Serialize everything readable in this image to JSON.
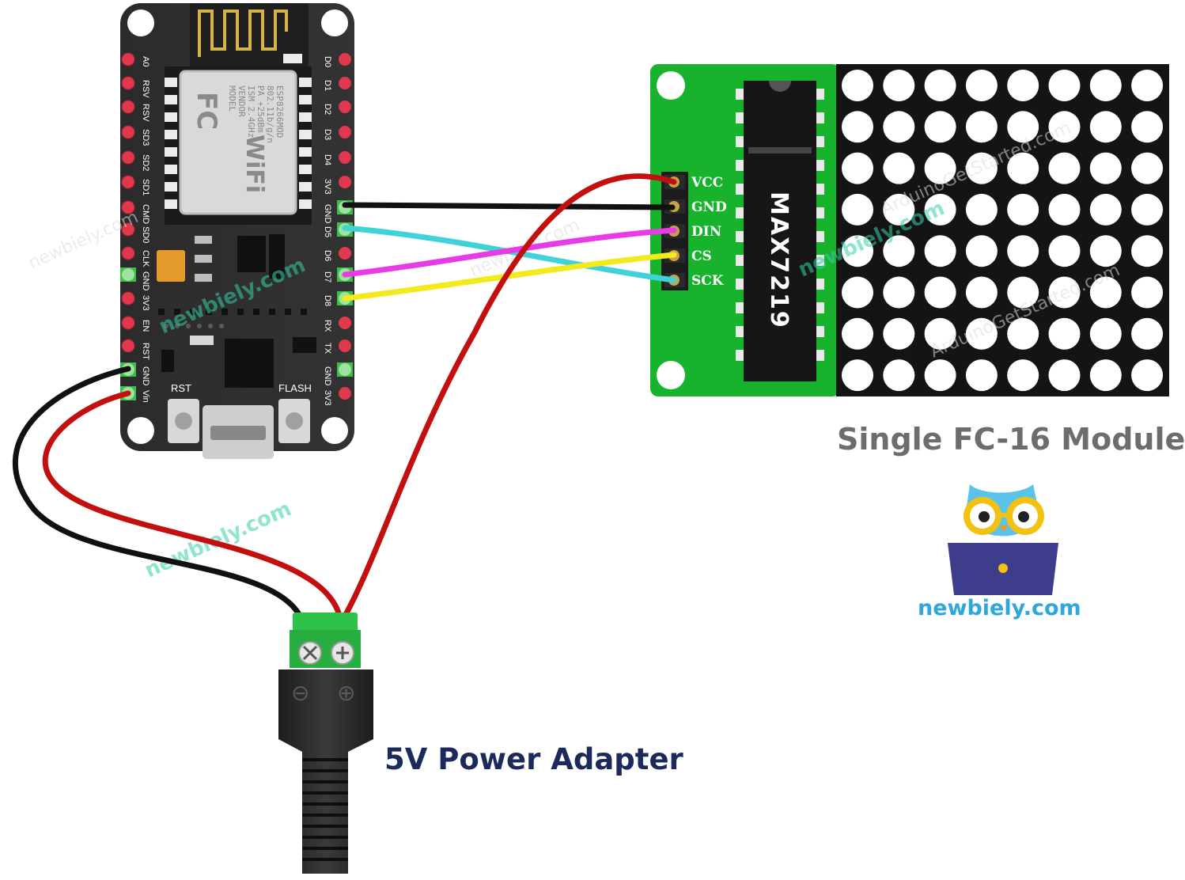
{
  "board": {
    "left_pins": [
      "A0",
      "RSV",
      "RSV",
      "SD3",
      "SD2",
      "SD1",
      "CMD",
      "SD0",
      "CLK",
      "GND",
      "3V3",
      "EN",
      "RST",
      "GND",
      "Vin"
    ],
    "right_pins": [
      "D0",
      "D1",
      "D2",
      "D3",
      "D4",
      "3V3",
      "GND",
      "D5",
      "D6",
      "D7",
      "D8",
      "RX",
      "TX",
      "GND",
      "3V3"
    ],
    "module_text": [
      "MODEL",
      "VENDOR",
      "ISM 2.4GHz",
      "PA +25dBm",
      "802.11b/g/n",
      "ESP8266MOD"
    ],
    "fc_mark": "FC",
    "wifi_mark": "WiFi",
    "rst_label": "RST",
    "flash_label": "FLASH"
  },
  "matrix": {
    "chip_label": "MAX7219",
    "pins": [
      "VCC",
      "GND",
      "DIN",
      "CS",
      "SCK"
    ],
    "title": "Single FC-16 Module"
  },
  "adapter": {
    "minus_symbol": "⊖",
    "plus_symbol": "⊕",
    "title": "5V Power Adapter"
  },
  "wires": [
    {
      "from": "Vin",
      "to": "adapter +",
      "color": "#c40f0f"
    },
    {
      "from": "GND",
      "to": "adapter -",
      "color": "#111111"
    },
    {
      "from": "GND",
      "to": "GND",
      "color": "#111111"
    },
    {
      "from": "D5",
      "to": "SCK",
      "color": "#3fd3d9"
    },
    {
      "from": "D7",
      "to": "DIN",
      "color": "#e83be6"
    },
    {
      "from": "D8",
      "to": "CS",
      "color": "#f2ea1c"
    },
    {
      "from": "adapter +",
      "to": "VCC",
      "color": "#c40f0f"
    }
  ],
  "watermarks": {
    "newbiely": "newbiely.com",
    "arduino": "ArduinoGetStarted.com"
  },
  "brand": "newbiely.com"
}
